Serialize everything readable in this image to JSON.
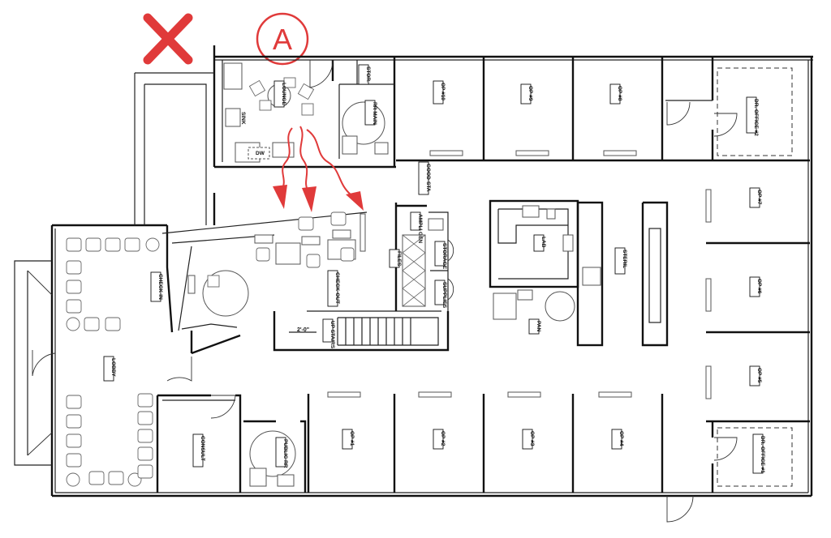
{
  "marker": {
    "letter": "A"
  },
  "rooms": {
    "lounge": "LOUNGE",
    "sink": "SINK",
    "dw": "DW",
    "stor": "STOR.",
    "rr_main": "RR MAIN",
    "check_in": "CHECK-IN",
    "check_out": "CHECK-OUT",
    "lobby": "LOBBY",
    "consult": "CONSULT",
    "public_rr": "PUBLIC RR",
    "up_stairs": "UP STAIRS",
    "stair_dim": "2'-0\"",
    "ampli_gen": "AMPLI GEN",
    "files": "FILES",
    "storage": "STORAGE",
    "supplies": "SUPPLIES",
    "lab": "LAB",
    "pan": "PAN",
    "steril": "STERIL",
    "good_sta": "GOOD-STA",
    "op1": "OP #1",
    "op2": "OP #2",
    "op3": "OP #3",
    "op4": "OP #4",
    "op5": "OP #5",
    "op6": "OP #6",
    "op7": "OP #7",
    "op8": "OP #8",
    "op9": "OP #9",
    "op10": "OP #10",
    "dr_office1": "DR. OFFICE #1",
    "dr_office2": "DR. OFFICE #2"
  },
  "colors": {
    "annotation": "#e03a3a",
    "linework": "#111111"
  }
}
